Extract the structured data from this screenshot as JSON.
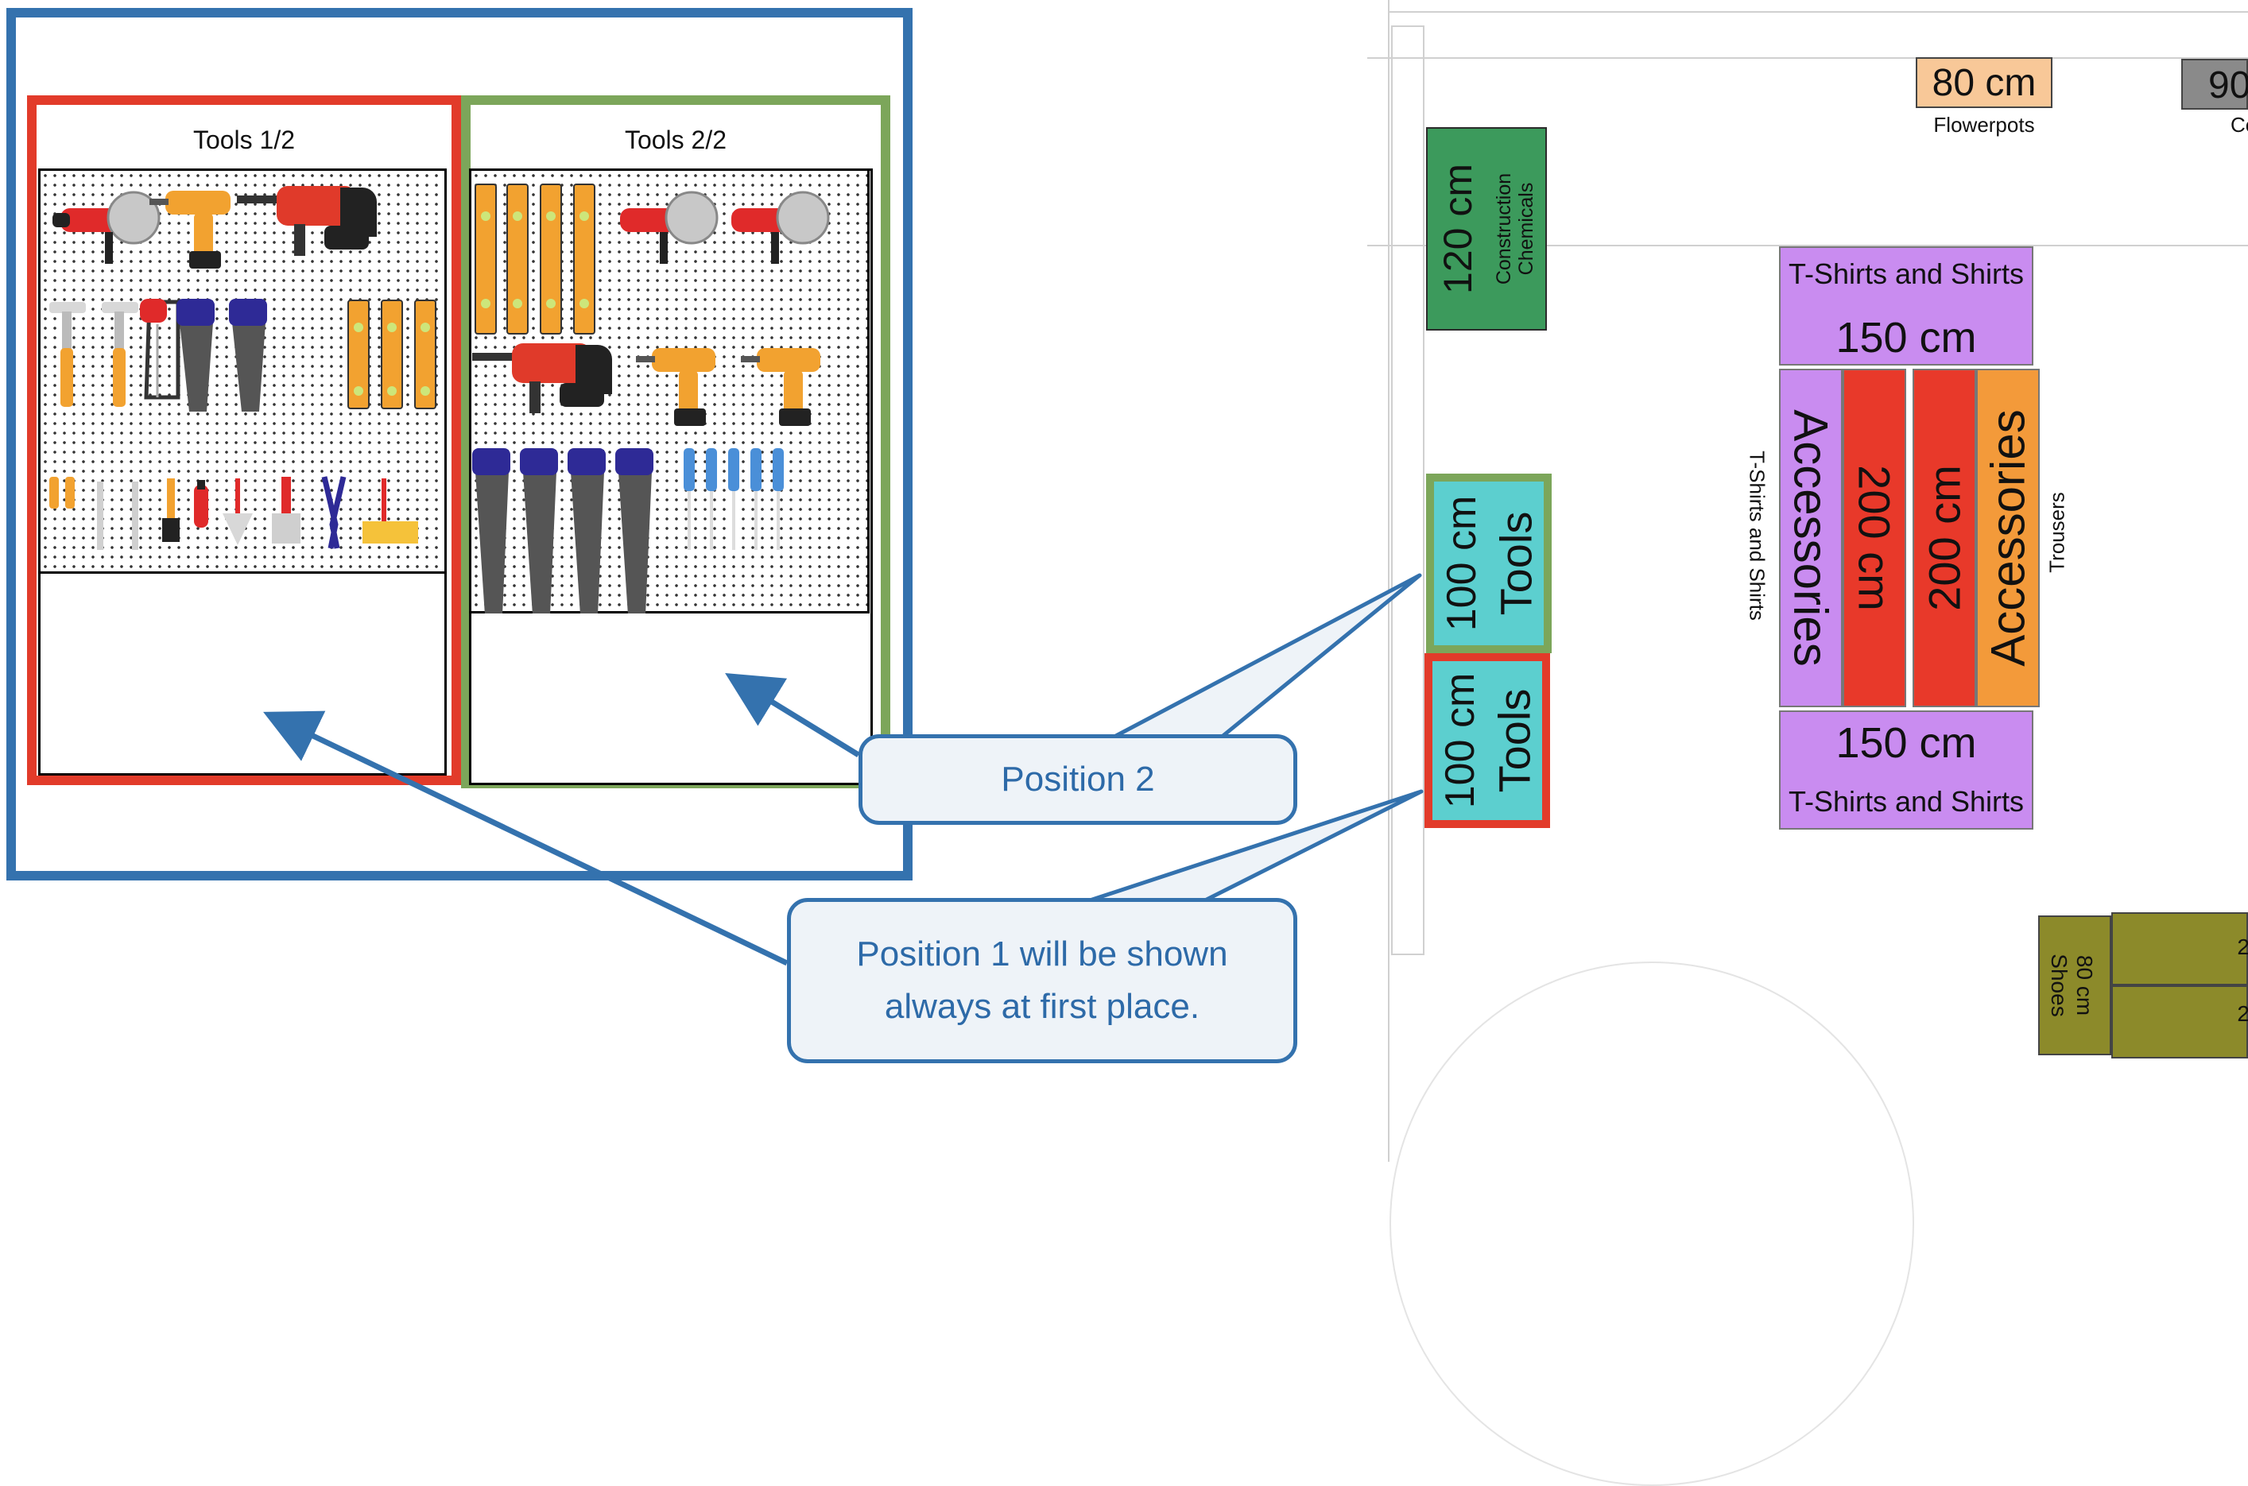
{
  "colors": {
    "blue_frame": "#3472ae",
    "red_frame": "#e23b2a",
    "green_frame": "#7ca65a",
    "tools_fill": "#5ccfcf",
    "construction_fill": "#3c9a5c",
    "flowerpots_fill": "#f8c898",
    "grey_fill": "#8a8a8a",
    "shirts_fill": "#c98cf0",
    "accessories_red": "#e8392a",
    "accessories_orange": "#f39a3a",
    "shoes_fill": "#8c8a2a"
  },
  "panels": {
    "left_title": "Tools 1/2",
    "right_title": "Tools 2/2"
  },
  "callouts": {
    "position2": "Position 2",
    "position1_line1": "Position 1 will be shown",
    "position1_line2": "always at first place."
  },
  "fixtures": {
    "construction": {
      "size": "120 cm",
      "label_line1": "Construction",
      "label_line2": "Chemicals"
    },
    "tools_top": {
      "size": "100 cm",
      "label": "Tools"
    },
    "tools_bottom": {
      "size": "100 cm",
      "label": "Tools"
    },
    "flowerpots": {
      "size": "80 cm",
      "label": "Flowerpots"
    },
    "grey_partial": {
      "size": "90",
      "label": "Co"
    },
    "shirts_top": {
      "label": "T-Shirts and Shirts",
      "size": "150 cm"
    },
    "shirts_bottom": {
      "label": "T-Shirts and Shirts",
      "size": "150 cm"
    },
    "accessories_left": {
      "label": "Accessories"
    },
    "accessories_center_left": {
      "size": "200 cm"
    },
    "accessories_center_right": {
      "size": "200 cm"
    },
    "accessories_right": {
      "label": "Accessories"
    },
    "side_left": {
      "label": "T-Shirts and Shirts"
    },
    "side_right": {
      "label": "Trousers"
    },
    "shoes": {
      "size": "80 cm",
      "label": "Shoes",
      "partial_1": "2",
      "partial_2": "2"
    }
  },
  "pegboard_left": {
    "row1": [
      "angle-grinder",
      "cordless-drill",
      "hammer-drill"
    ],
    "row2": [
      "claw-hammer",
      "claw-hammer",
      "hacksaw",
      "hand-saw",
      "hand-saw",
      "spirit-level",
      "spirit-level",
      "spirit-level"
    ],
    "row3": [
      "utility-knife",
      "utility-knife",
      "wrench",
      "wrench",
      "paint-brush",
      "box-cutter",
      "trowel",
      "scraper",
      "pliers",
      "paint-roller"
    ]
  },
  "pegboard_right": {
    "row1": [
      "spirit-level",
      "spirit-level",
      "spirit-level",
      "spirit-level",
      "angle-grinder",
      "angle-grinder"
    ],
    "row2": [
      "hammer-drill",
      "cordless-drill",
      "cordless-drill"
    ],
    "row3": [
      "hand-saw",
      "hand-saw",
      "hand-saw",
      "hand-saw",
      "screwdriver",
      "screwdriver",
      "screwdriver",
      "screwdriver",
      "screwdriver"
    ]
  }
}
